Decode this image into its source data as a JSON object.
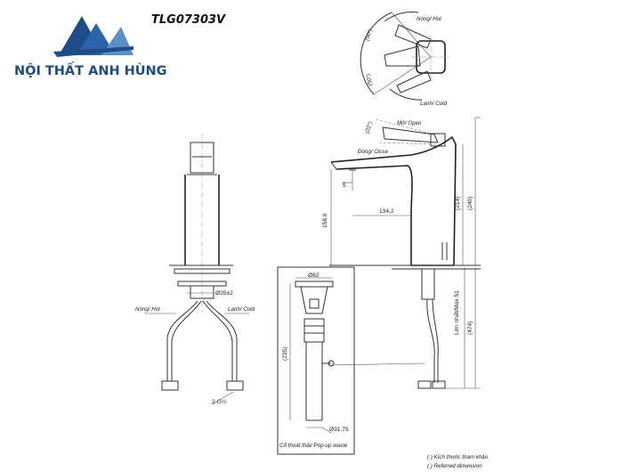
{
  "header": {
    "model_code": "TLG07303V",
    "brand_name": "NỘI THẤT ANH HÙNG"
  },
  "colors": {
    "brand_blue": "#1f4c86",
    "brand_light": "#5b8fc8",
    "line": "#333333"
  },
  "top_view": {
    "hot_label": "Nóng/ Hot",
    "cold_label": "Lạnh/ Cold",
    "angle_hot": "(50°)",
    "angle_cold": "(50°)"
  },
  "side_view": {
    "open_label": "Mở/ Open",
    "close_label": "Đóng/ Close",
    "angle_open": "(22°)",
    "dim_5": "5",
    "dim_134": "134.2",
    "dim_158": "158.6",
    "dim_214": "(214)",
    "dim_240": "(240)",
    "dim_max51": "Lớn nhất/Max 51",
    "dim_474": "(474)"
  },
  "front_view": {
    "hot_label": "Nóng/ Hot",
    "cold_label": "Lạnh/ Cold",
    "dim_35": "Ø35±2",
    "thread_label": "2-G½"
  },
  "waste_view": {
    "dim_62": "Ø62",
    "dim_235": "(235)",
    "dim_3175": "Ø31.75",
    "caption": "Cổ thoát thải/ Pop-up waste"
  },
  "notes": {
    "note_vi": "( ) Kích thước tham khảo",
    "note_en": "( ) Referred dimension"
  }
}
